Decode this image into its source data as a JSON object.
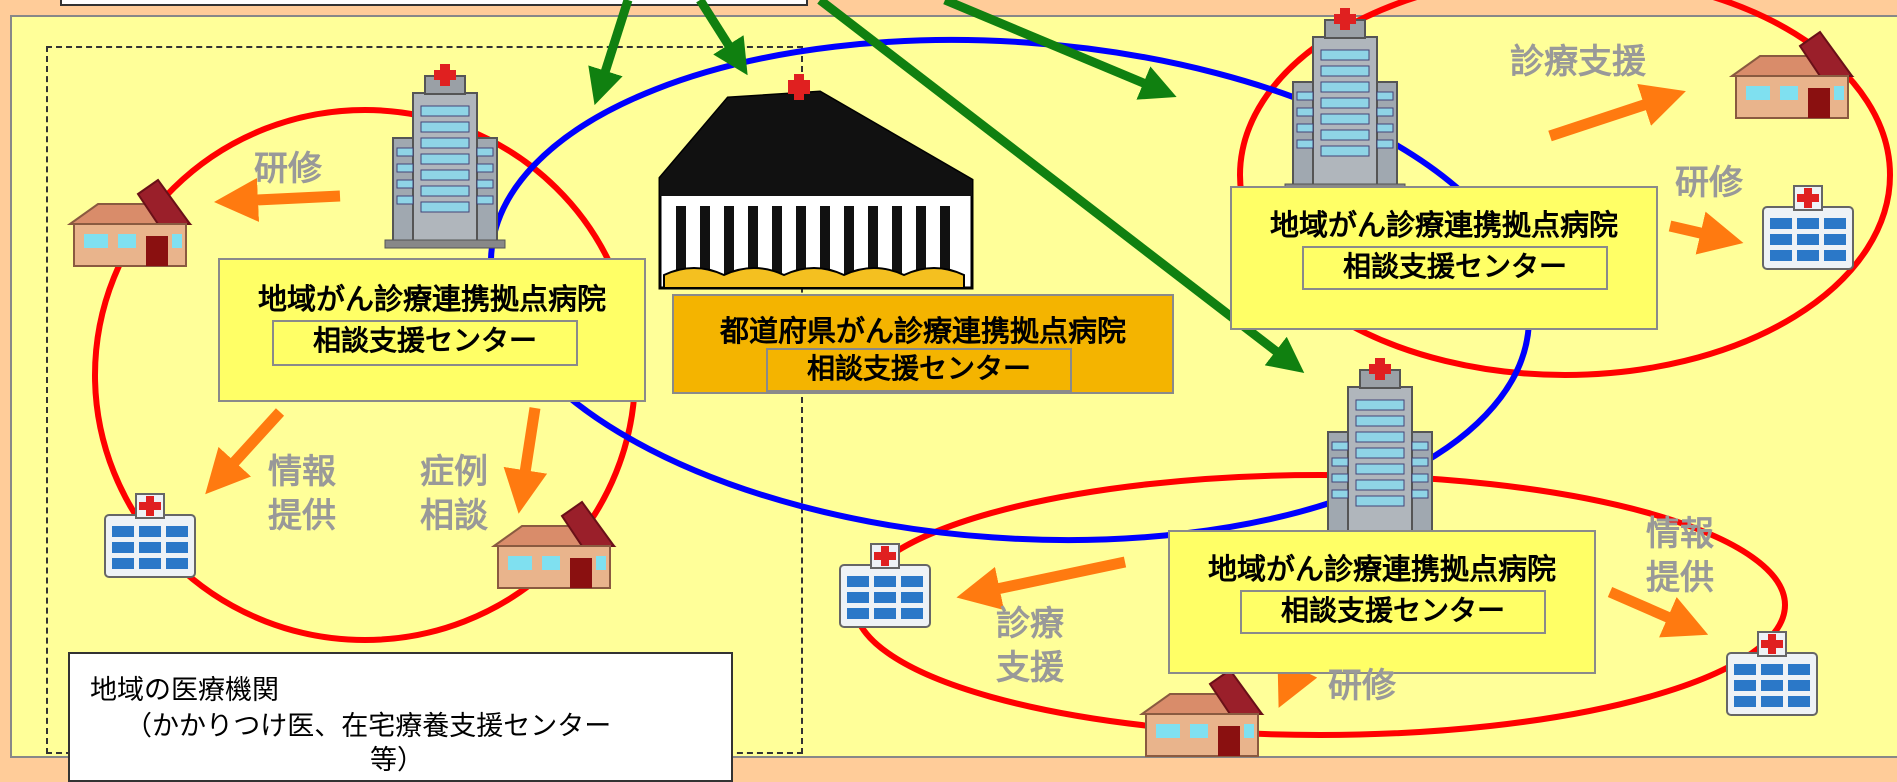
{
  "central": {
    "title": "都道府県がん診療連携拠点病院",
    "center": "相談支援センター"
  },
  "regional_hospitals": [
    {
      "title": "地域がん診療連携拠点病院",
      "center": "相談支援センター"
    },
    {
      "title": "地域がん診療連携拠点病院",
      "center": "相談支援センター"
    },
    {
      "title": "地域がん診療連携拠点病院",
      "center": "相談支援センター"
    }
  ],
  "labels": {
    "left": {
      "training": "研修",
      "info_1": "情報",
      "info_2": "提供",
      "case_1": "症例",
      "case_2": "相談"
    },
    "top_right": {
      "support": "診療支援",
      "training": "研修"
    },
    "bottom_right": {
      "support_1": "診療",
      "support_2": "支援",
      "training": "研修",
      "info_1": "情報",
      "info_2": "提供"
    }
  },
  "legend": {
    "line1": "地域の医療機関",
    "line2": "（かかりつけ医、在宅療養支援センター",
    "line3": "等）"
  },
  "colors": {
    "network_ellipse": "#0000ff",
    "regional_ellipse": "#ff0000",
    "prefecture_arrow": "#108010",
    "support_arrow": "#ff7a10",
    "panel_bg": "#ffff99",
    "outer_bg": "#ffcc99"
  },
  "icons": [
    "hospital-building-icon",
    "clinic-icon",
    "house-icon",
    "prefecture-hospital-icon"
  ]
}
